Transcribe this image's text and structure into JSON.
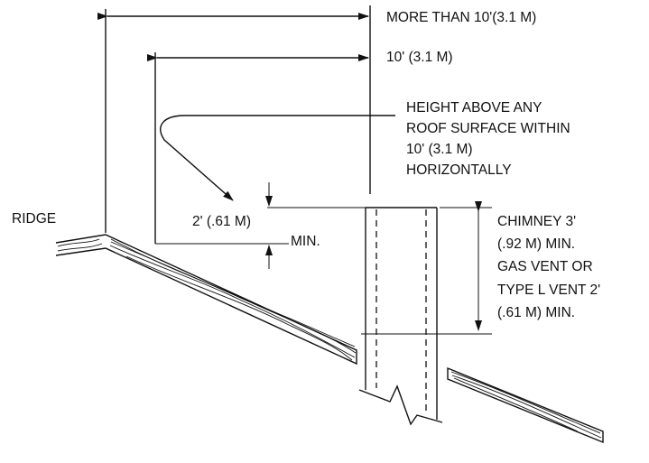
{
  "labels": {
    "more_than": "MORE THAN 10'(3.1 M)",
    "ten_ft": "10' (3.1 M)",
    "height_note": [
      "HEIGHT ABOVE ANY",
      "ROOF SURFACE WITHIN",
      "10' (3.1 M)",
      "HORIZONTALLY"
    ],
    "ridge": "RIDGE",
    "two_ft": "2' (.61 M)",
    "min": "MIN.",
    "chimney_note": [
      "CHIMNEY 3'",
      "(.92 M) MIN.",
      "GAS VENT OR",
      "TYPE L VENT 2'",
      "(.61 M) MIN."
    ]
  },
  "icons": [
    "arrow-icon",
    "break-line-icon"
  ]
}
